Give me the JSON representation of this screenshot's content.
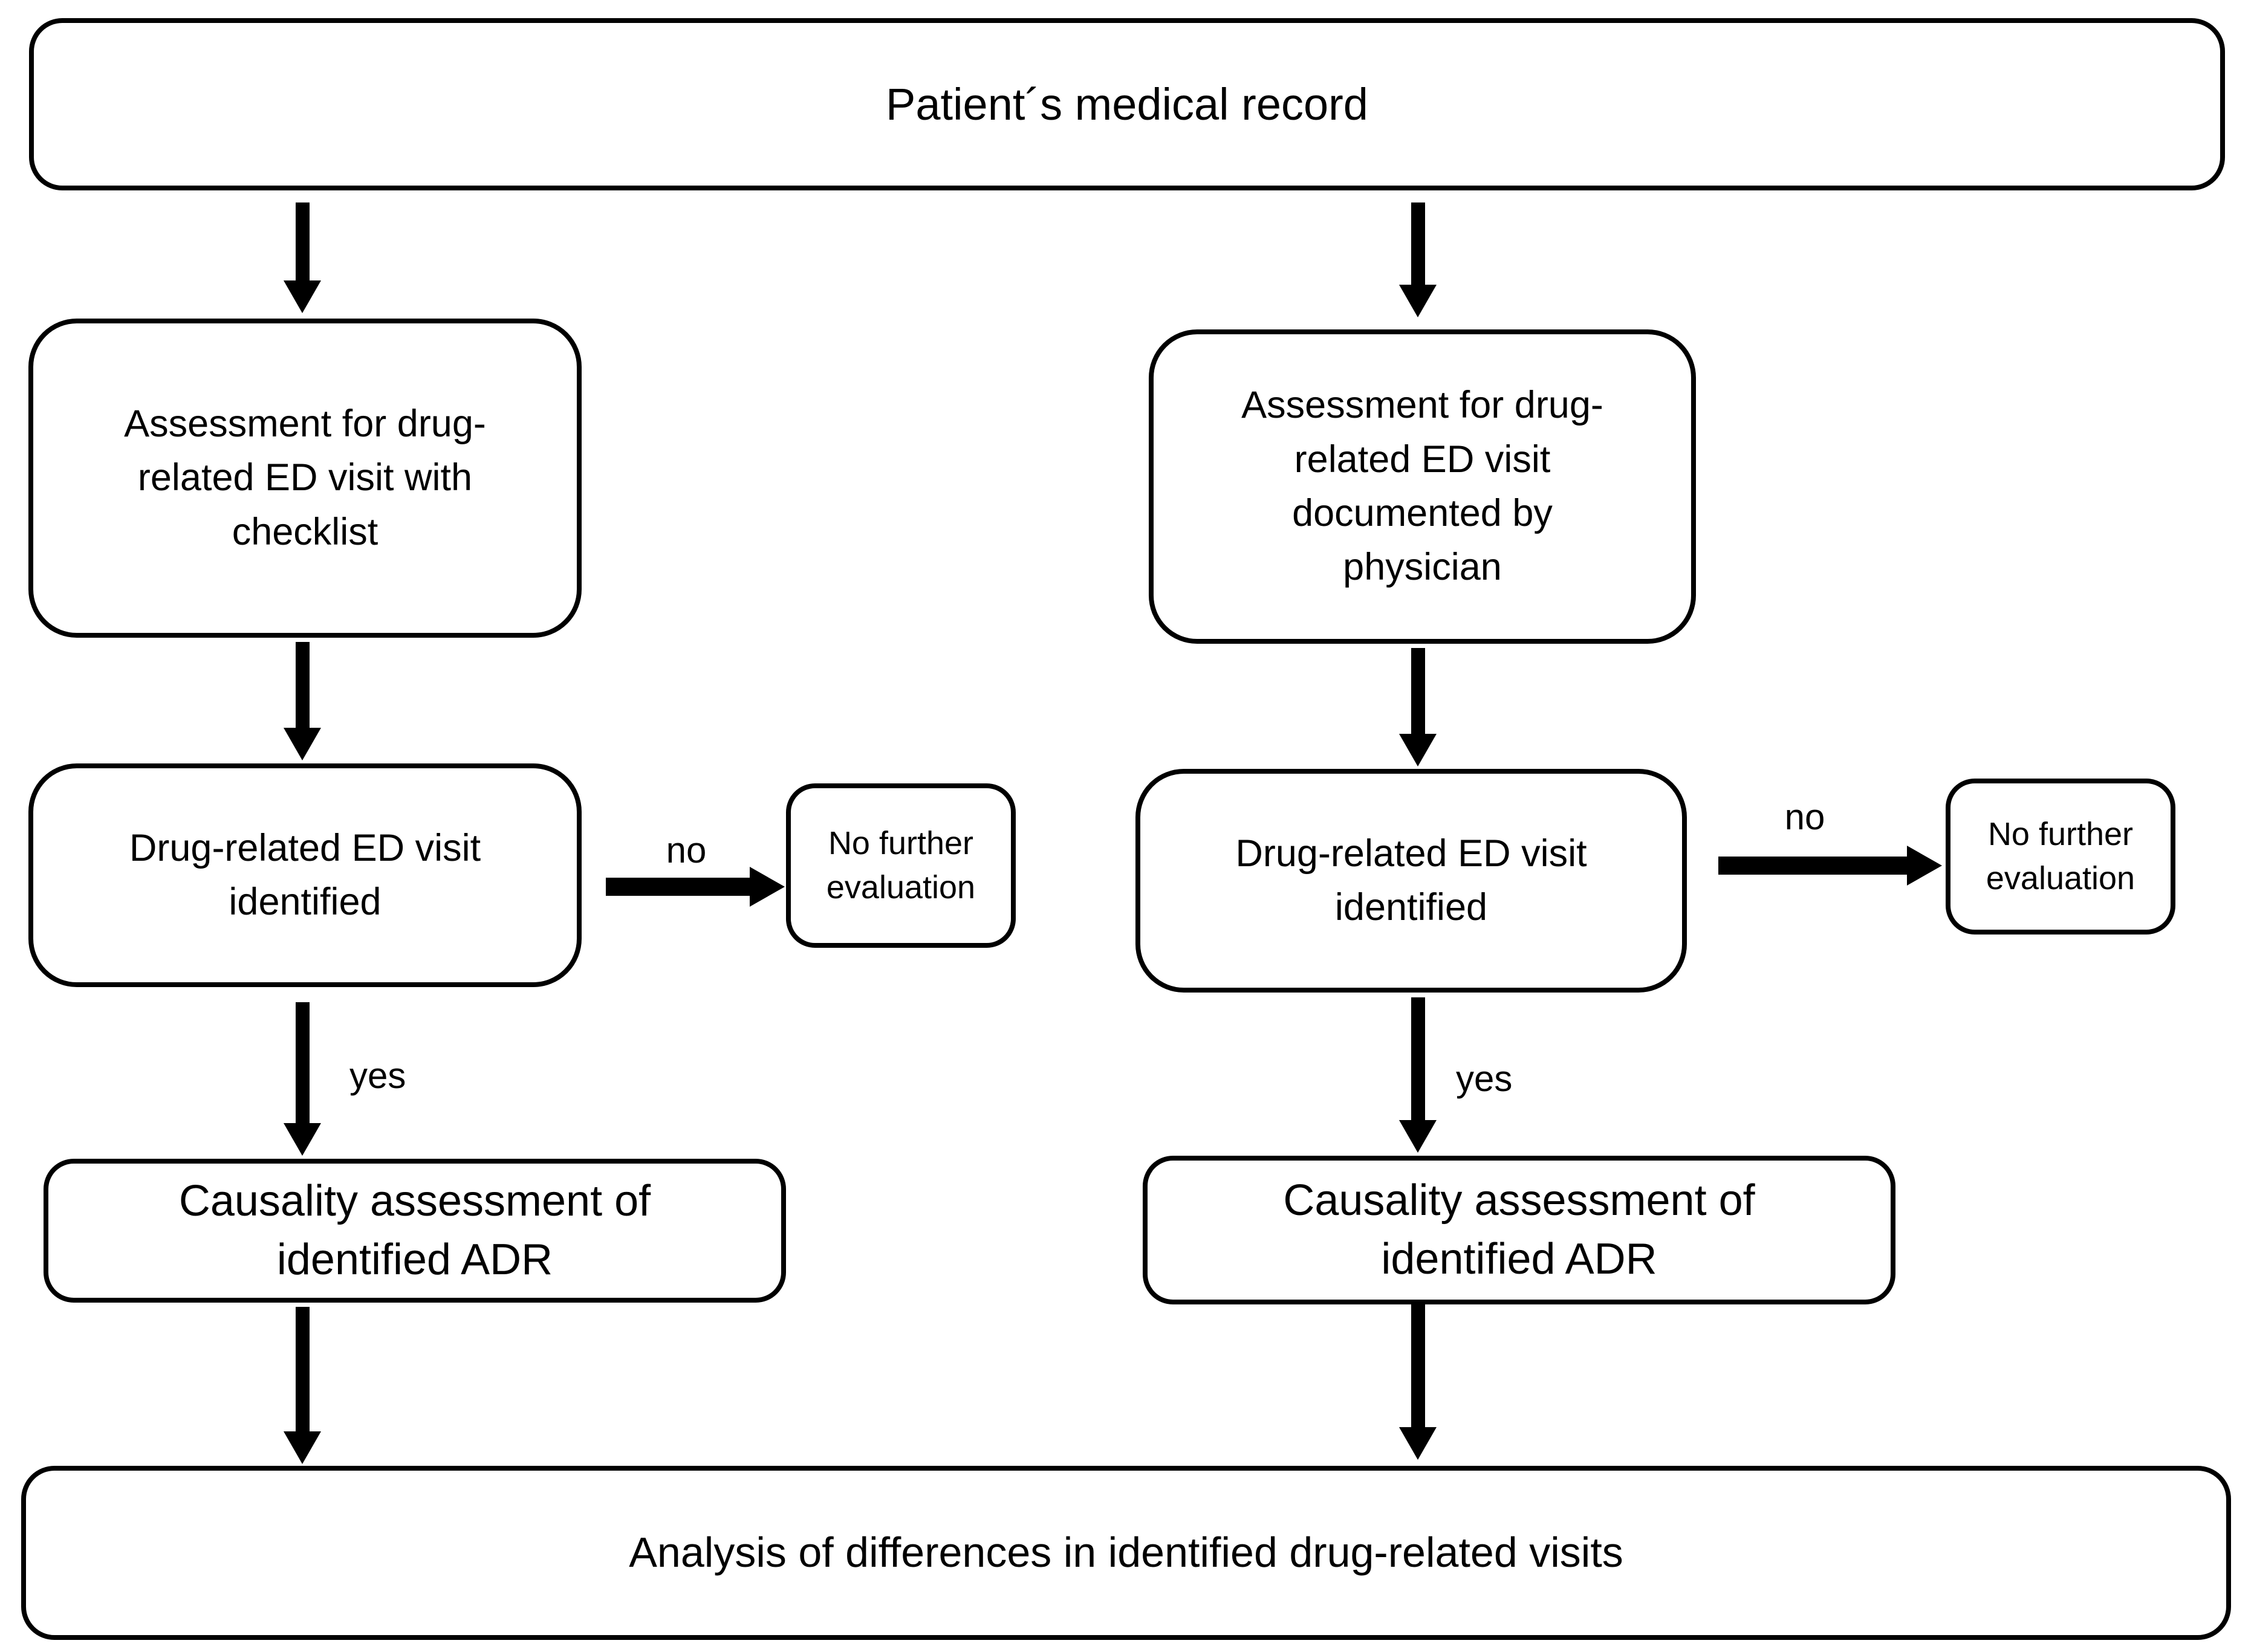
{
  "title_box": {
    "label": "Patient´s medical record"
  },
  "left_branch": {
    "assessment": {
      "label": "Assessment for drug-related ED visit with checklist"
    },
    "identified": {
      "label": "Drug-related ED visit identified"
    },
    "no_label": "no",
    "yes_label": "yes",
    "no_further": {
      "label": "No further evaluation"
    },
    "causality": {
      "label": "Causality assessment of identified ADR"
    }
  },
  "right_branch": {
    "assessment": {
      "label": "Assessment for drug-related ED visit documented by physician"
    },
    "identified": {
      "label": "Drug-related ED visit identified"
    },
    "no_label": "no",
    "yes_label": "yes",
    "no_further": {
      "label": "No further evaluation"
    },
    "causality": {
      "label": "Causality assessment of identified ADR"
    }
  },
  "bottom_box": {
    "label": "Analysis of differences in identified drug-related visits"
  },
  "colors": {
    "line": "#000000",
    "background": "#ffffff",
    "text": "#000000"
  }
}
